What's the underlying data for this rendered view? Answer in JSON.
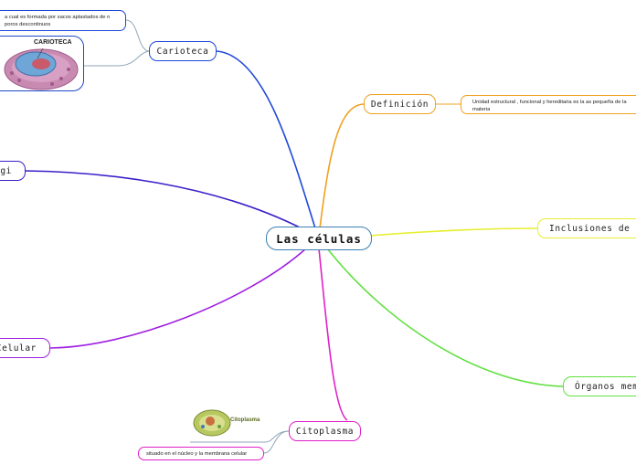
{
  "map": {
    "central": "Las células",
    "topics": {
      "carioteca": "Carioteca",
      "definicion": "Definición",
      "golgi": "lgi",
      "inclusiones": "Inclusiones de Cit",
      "membrana": "Celular",
      "organos": "Órganos membr",
      "citoplasma": "Citoplasma"
    },
    "notes": {
      "carioteca": "a cual es formada por sacos aplastados de n poros descontinuos",
      "definicion": "Unidad estructural , funcional y hereditaria es la as pequeña de la materia",
      "citoplasma": "situado en el núcleo y la membrana celular"
    },
    "images": {
      "carioteca_caption": "CARIOTECA",
      "citoplasma_caption": "Citoplasma"
    }
  },
  "colors": {
    "carioteca": "#1e48d8",
    "definicion": "#f0a020",
    "golgi": "#3b1fc8",
    "inclusiones": "#e6ef30",
    "membrana": "#a020e0",
    "organos": "#60e040",
    "citoplasma": "#e020c8",
    "center_border": "#3c7fb0"
  }
}
